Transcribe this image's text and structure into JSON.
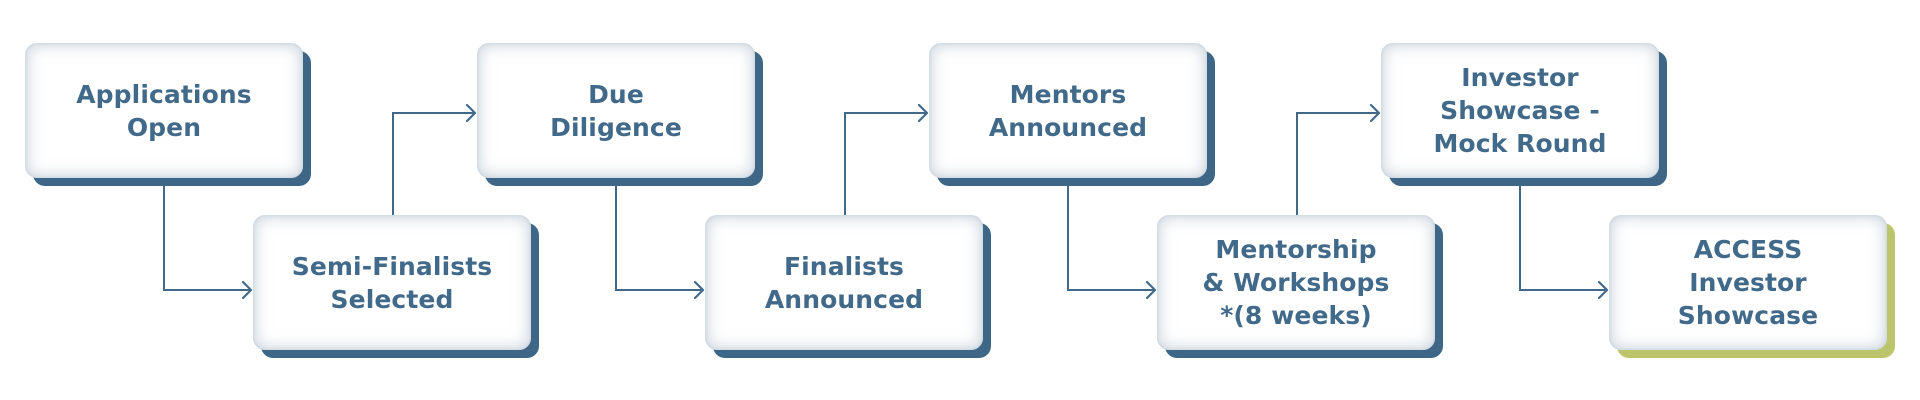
{
  "diagram": {
    "type": "process-flow",
    "colors": {
      "text": "#41698a",
      "connector": "#41698a",
      "card_shadow": "#3e6787",
      "final_card_shadow": "#bcc46c",
      "background": "#ffffff"
    },
    "steps": [
      {
        "id": "applications-open",
        "label": "Applications\nOpen",
        "row": "top"
      },
      {
        "id": "semi-finalists-selected",
        "label": "Semi-Finalists\nSelected",
        "row": "bottom"
      },
      {
        "id": "due-diligence",
        "label": "Due\nDiligence",
        "row": "top"
      },
      {
        "id": "finalists-announced",
        "label": "Finalists\nAnnounced",
        "row": "bottom"
      },
      {
        "id": "mentors-announced",
        "label": "Mentors\nAnnounced",
        "row": "top"
      },
      {
        "id": "mentorship-workshops",
        "label": "Mentorship\n& Workshops\n*(8 weeks)",
        "row": "bottom"
      },
      {
        "id": "investor-showcase-mock-round",
        "label": "Investor\nShowcase -\nMock Round",
        "row": "top"
      },
      {
        "id": "access-investor-showcase",
        "label": "ACCESS\nInvestor\nShowcase",
        "row": "bottom",
        "highlight": true
      }
    ],
    "edges": [
      {
        "from": "applications-open",
        "to": "semi-finalists-selected"
      },
      {
        "from": "semi-finalists-selected",
        "to": "due-diligence"
      },
      {
        "from": "due-diligence",
        "to": "finalists-announced"
      },
      {
        "from": "finalists-announced",
        "to": "mentors-announced"
      },
      {
        "from": "mentors-announced",
        "to": "mentorship-workshops"
      },
      {
        "from": "mentorship-workshops",
        "to": "investor-showcase-mock-round"
      },
      {
        "from": "investor-showcase-mock-round",
        "to": "access-investor-showcase"
      }
    ]
  }
}
